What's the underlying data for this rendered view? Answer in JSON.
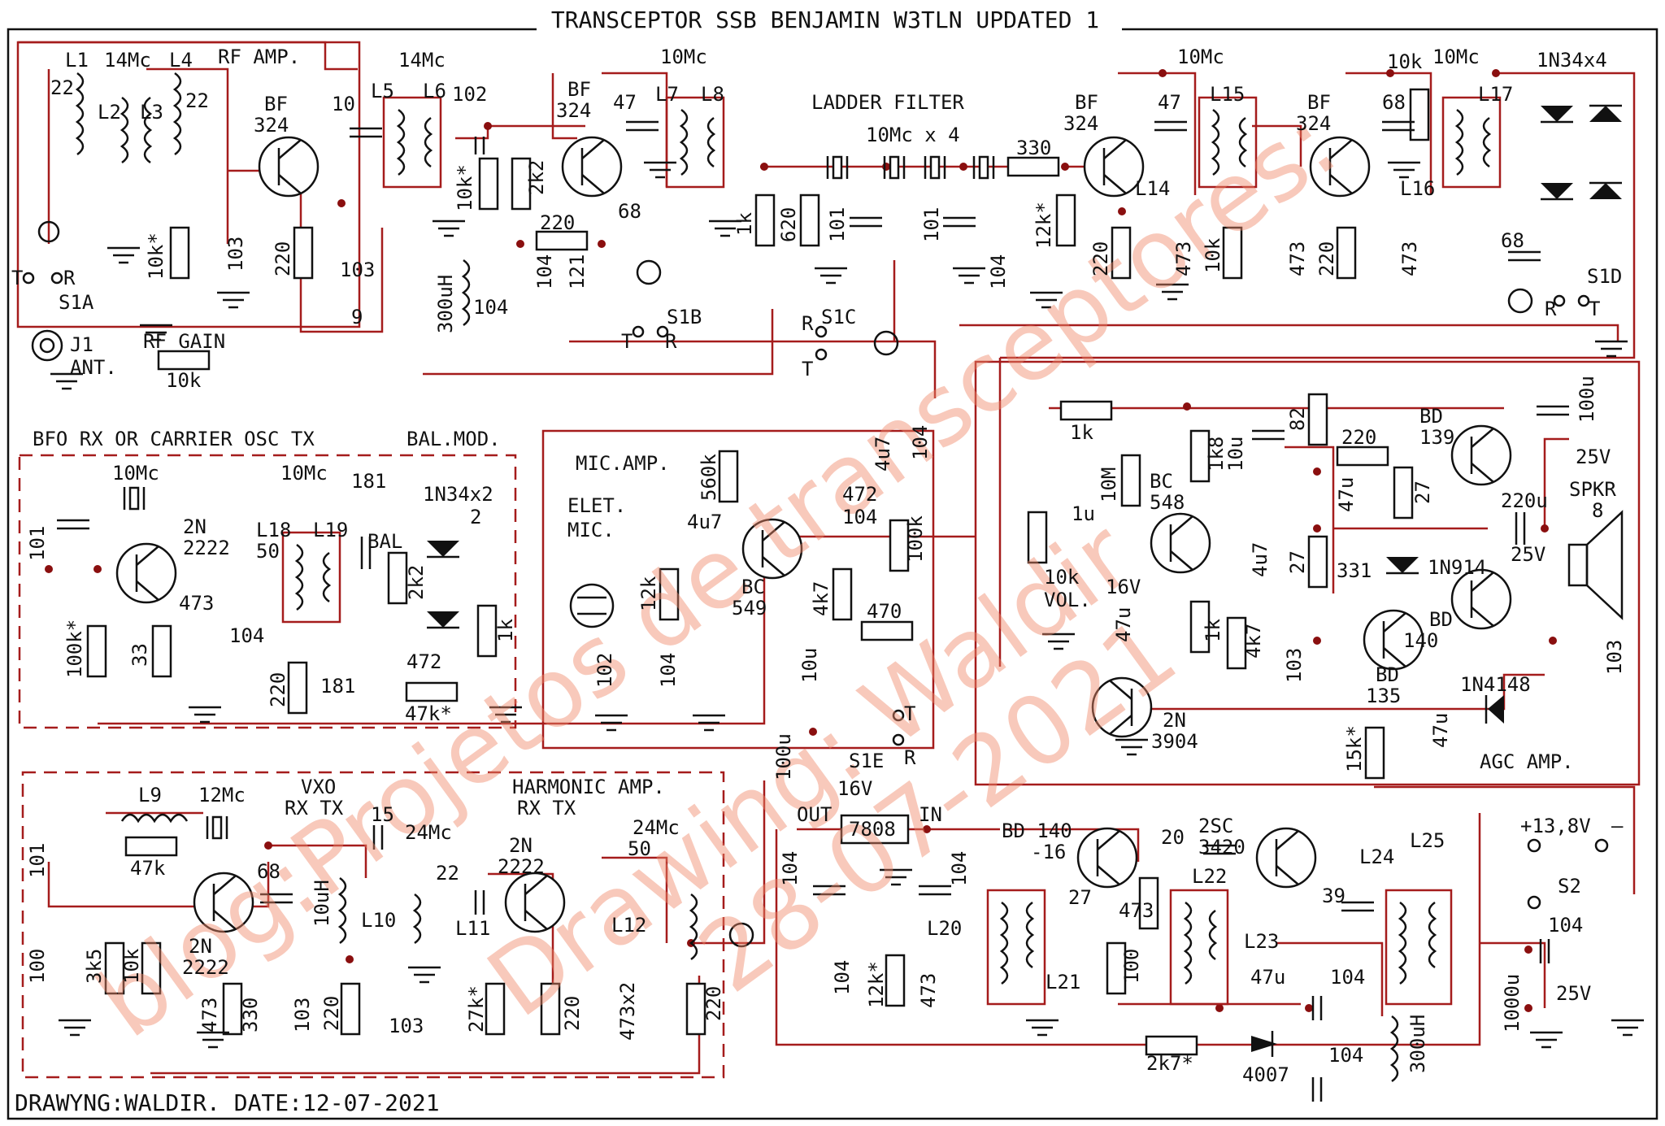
{
  "title": "TRANSCEPTOR SSB BENJAMIN W3TLN UPDATED 1",
  "footer": "DRAWYNG:WALDIR. DATE:12-07-2021",
  "watermark": {
    "line1": "blog:Projetos de transceptores:",
    "line2": "Drawing: Waldir",
    "line3": "28-07-2021"
  },
  "colors": {
    "wire": "#a51c1c",
    "junction": "#8a0f0f",
    "component": "#111111",
    "watermark": "#f08a6a"
  },
  "sections": {
    "rf_amp": "RF AMP.",
    "ladder_filter": "LADDER FILTER",
    "ladder_xtal": "10Mc x 4",
    "bfo": "BFO RX OR CARRIER OSC TX",
    "bal_mod": "BAL.MOD.",
    "mic_amp": "MIC.AMP.",
    "elet_mic_1": "ELET.",
    "elet_mic_2": "MIC.",
    "vxo": "VXO",
    "vxo_rxtx": "RX TX",
    "harmonic": "HARMONIC AMP.",
    "harmonic_rxtx": "RX TX",
    "agc_amp": "AGC AMP.",
    "supply": "+13,8V",
    "supply_neg": "—"
  },
  "labels": {
    "l1": "L1",
    "l2": "L2",
    "l3": "L3",
    "l4": "L4",
    "l5": "L5",
    "l6": "L6",
    "l7": "L7",
    "l8": "L8",
    "l14": "L14",
    "l15": "L15",
    "l16": "L16",
    "l17": "L17",
    "l18": "L18",
    "l19": "L19",
    "l9": "L9",
    "l10": "L10",
    "l11": "L11",
    "l12": "L12",
    "l20": "L20",
    "l21": "L21",
    "l22": "L22",
    "l23": "L23",
    "l24": "L24",
    "l25": "L25",
    "mc14a": "14Mc",
    "mc14b": "14Mc",
    "mc10a": "10Mc",
    "mc10b": "10Mc",
    "mc10c": "10Mc",
    "mc10d": "10Mc",
    "mc10e": "10Mc",
    "mc12": "12Mc",
    "mc24a": "24Mc",
    "mc24b": "24Mc",
    "bf1": "BF",
    "bf1n": "324",
    "bf2": "BF",
    "bf2n": "324",
    "bf3": "BF",
    "bf3n": "324",
    "bf4": "BF",
    "bf4n": "324",
    "c22a": "22",
    "c22b": "22",
    "c10": "10",
    "c102a": "102",
    "c47a": "47",
    "c47b": "47",
    "c68a": "68",
    "r10ka": "10k",
    "d1n34x4": "1N34x4",
    "c103a": "103",
    "r220a": "220",
    "c103b": "103",
    "r10kstar": "10k*",
    "c9": "9",
    "r10kstar2": "10k*",
    "r2k2a": "2k2",
    "r220b": "220",
    "c68b": "68",
    "c104a": "104",
    "c121": "121",
    "l300a": "300uH",
    "c104b": "104",
    "r1ka": "1k",
    "r620": "620",
    "c101a": "101",
    "c101b": "101",
    "r330a": "330",
    "r12kstar": "12k*",
    "c104c": "104",
    "r220c": "220",
    "c473a": "473",
    "r10kb": "10k",
    "c473b": "473",
    "r220d": "220",
    "c473c": "473",
    "c68c": "68",
    "s1a": "S1A",
    "s1b": "S1B",
    "s1c": "S1C",
    "s1d": "S1D",
    "s1e": "S1E",
    "s2": "S2",
    "t": "T",
    "r": "R",
    "j1": "J1",
    "ant": "ANT.",
    "rfgain": "RF GAIN",
    "rfgain_val": "10k",
    "c101c": "101",
    "r100kstar": "100k*",
    "q2n2222a1": "2N",
    "q2n2222a2": "2222",
    "r33": "33",
    "c473d": "473",
    "c50a": "50",
    "c181a": "181",
    "bal": "BAL",
    "r2k2b": "2k2",
    "d1n34x2": "1N34x2",
    "c2": "2",
    "r1kb": "1k",
    "c104d": "104",
    "r220e": "220",
    "c181b": "181",
    "c472a": "472",
    "r47kstar": "47k*",
    "r560k": "560k",
    "c4u7a": "4u7",
    "qbc549a": "BC",
    "qbc549b": "549",
    "r12ka": "12k",
    "c102b": "102",
    "c104e": "104",
    "r4k7a": "4k7",
    "c10ua": "10u",
    "c104f": "104",
    "r100k": "100k",
    "c4u7b": "4u7",
    "c472b": "472",
    "c104g": "104",
    "r470": "470",
    "r1kc": "1k",
    "r10m": "10M",
    "r1k8": "1k8",
    "c10ub": "10u",
    "qbc548a": "BC",
    "qbc548b": "548",
    "c1u": "1u",
    "vol": "10k",
    "volname": "VOL.",
    "v16a": "16V",
    "c47ua": "47u",
    "r1kd": "1k",
    "c4u7c": "4u7",
    "r4k7b": "4k7",
    "r82": "82",
    "r220f": "220",
    "qbd139a": "BD",
    "qbd139b": "139",
    "c100u": "100u",
    "v25a": "25V",
    "c47ub": "47u",
    "r27a": "27",
    "r27b": "27",
    "c220u": "220u",
    "v25b": "25V",
    "spkr": "SPKR",
    "spkr8": "8",
    "d1n914": "1N914",
    "c331": "331",
    "qbd140a": "BD",
    "qbd140b": "140",
    "qbd135a": "BD",
    "qbd135b": "135",
    "c103c": "103",
    "c103d": "103",
    "q3904a": "2N",
    "q3904b": "3904",
    "d1n4148": "1N4148",
    "r15kstar": "15k*",
    "c47uc": "47u",
    "c100ub": "100u",
    "v16b": "16V",
    "l47k": "47k",
    "c101d": "101",
    "c100": "100",
    "r3k5": "3k5",
    "r10kc": "10k",
    "q2n2222b1": "2N",
    "q2n2222b2": "2222",
    "c473e": "473",
    "r330b": "330",
    "c68d": "68",
    "c103e": "103",
    "l10uh": "10uH",
    "c15": "15",
    "r220g": "220",
    "c103f": "103",
    "c22c": "22",
    "r27kstar": "27k*",
    "q2n2222c1": "2N",
    "q2n2222c2": "2222",
    "r220h": "220",
    "c473x2": "473x2",
    "c50b": "50",
    "r220i": "220",
    "out": "OUT",
    "reg": "7808",
    "in": "IN",
    "c104h": "104",
    "c104i": "104",
    "c104j": "104",
    "qbd140c": "BD 140",
    "qbd140d": "-16",
    "c20": "20",
    "q2sc1": "2SC",
    "q2sc2": "3420",
    "c27": "27",
    "r473f": "473",
    "r100b": "100",
    "r12kstar2": "12k*",
    "r473g": "473",
    "c39": "39",
    "c47ud": "47u",
    "c104k": "104",
    "c104l": "104",
    "l300b": "300uH",
    "r2k7star": "2k7*",
    "d4007": "4007",
    "c104m": "104",
    "c1000u": "1000u",
    "v25c": "25V"
  }
}
